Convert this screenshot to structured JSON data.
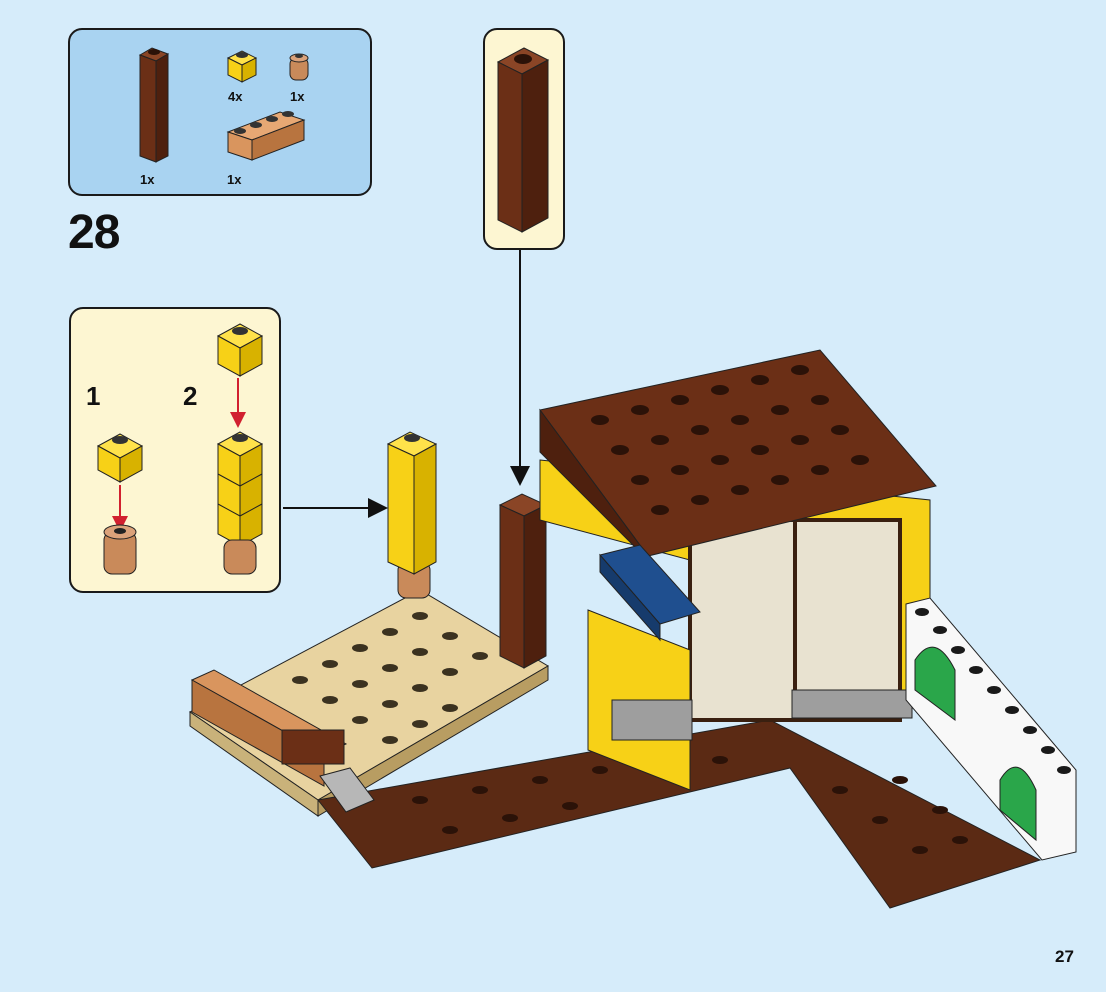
{
  "step": {
    "number": "28"
  },
  "parts": [
    {
      "name": "brick-1x1x6-reddish-brown",
      "qty": "1x",
      "color": "#6b2f16"
    },
    {
      "name": "brick-1x1-yellow",
      "qty": "4x",
      "color": "#f7d117"
    },
    {
      "name": "round-brick-1x1-medium-nougat",
      "qty": "1x",
      "color": "#c98a5a"
    },
    {
      "name": "brick-1x4-log-medium-nougat",
      "qty": "1x",
      "color": "#d9955e"
    }
  ],
  "substeps": [
    {
      "label": "1"
    },
    {
      "label": "2"
    }
  ],
  "page": {
    "number": "27"
  },
  "colors": {
    "background": "#d6ecfa",
    "parts_panel": "#a9d3f1",
    "callout": "#fdf6d2",
    "arrow_red": "#d1202f",
    "yellow": "#f7d117",
    "reddish_brown": "#6b2f16",
    "tan": "#e8d3a0"
  }
}
